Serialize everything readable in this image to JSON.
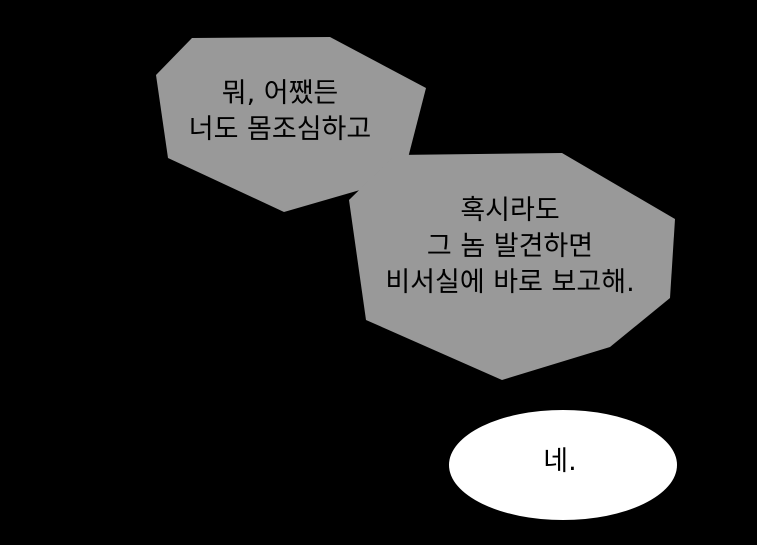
{
  "colors": {
    "background": "#000000",
    "thought_bubble_fill": "#999999",
    "speech_bubble_fill": "#ffffff",
    "text": "#000000"
  },
  "bubbles": [
    {
      "style": "thought",
      "lines": [
        "뭐, 어쨌든",
        "너도 몸조심하고"
      ]
    },
    {
      "style": "thought",
      "lines": [
        "혹시라도",
        "그 놈 발견하면",
        "비서실에 바로 보고해."
      ]
    },
    {
      "style": "speech",
      "lines": [
        "네."
      ]
    }
  ]
}
